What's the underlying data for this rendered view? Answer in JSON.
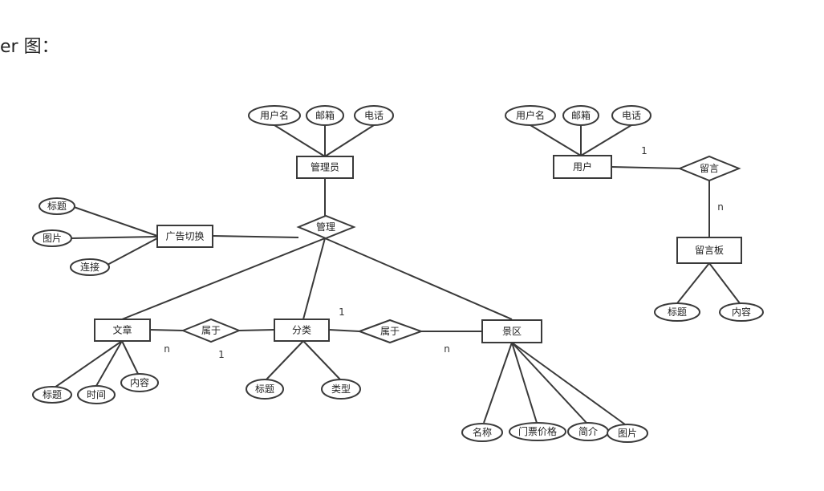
{
  "heading": "er 图：",
  "colors": {
    "stroke": "#3a3a3a",
    "fill": "#ffffff",
    "text": "#222222"
  },
  "entities": {
    "admin": "管理员",
    "user": "用户",
    "ad": "广告切换",
    "message_board": "留言板",
    "article": "文章",
    "category": "分类",
    "scenic": "景区"
  },
  "relationships": {
    "manage": "管理",
    "leave_message": "留言",
    "belongs_article": "属于",
    "belongs_scenic": "属于"
  },
  "attributes": {
    "admin_username": "用户名",
    "admin_email": "邮箱",
    "admin_phone": "电话",
    "user_username": "用户名",
    "user_email": "邮箱",
    "user_phone": "电话",
    "ad_title": "标题",
    "ad_image": "图片",
    "ad_link": "连接",
    "board_title": "标题",
    "board_content": "内容",
    "article_title": "标题",
    "article_time": "时间",
    "article_content": "内容",
    "category_title": "标题",
    "category_type": "类型",
    "scenic_name": "名称",
    "scenic_price": "门票价格",
    "scenic_intro": "简介",
    "scenic_image": "图片"
  },
  "cardinalities": {
    "user_message": "1",
    "message_board": "n",
    "article_belongs": "n",
    "belongs_category_left": "1",
    "category_belongs": "1",
    "belongs_scenic": "n"
  }
}
